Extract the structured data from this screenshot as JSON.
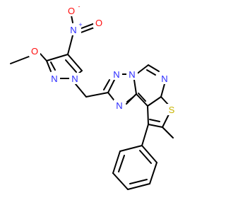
{
  "colors": {
    "bond": "#000000",
    "carbon": "#000000",
    "nitrogen": "#2a2aff",
    "oxygen": "#ff0d0d",
    "sulfur": "#c8b400",
    "background": "#ffffff"
  },
  "atoms": {
    "methoxy_O": {
      "symbol": "O",
      "color": "oxygen"
    },
    "nitro_N": {
      "symbol": "N",
      "color": "nitrogen",
      "charge": "+"
    },
    "nitro_O_double": {
      "symbol": "O",
      "color": "oxygen"
    },
    "nitro_O_minus": {
      "symbol": "O",
      "color": "oxygen",
      "charge": "-"
    },
    "pyrazole_N2": {
      "symbol": "N",
      "color": "nitrogen"
    },
    "pyrazole_N1": {
      "symbol": "N",
      "color": "nitrogen"
    },
    "triazole_N1": {
      "symbol": "N",
      "color": "nitrogen"
    },
    "triazole_N_bridge": {
      "symbol": "N",
      "color": "nitrogen"
    },
    "triazole_N4": {
      "symbol": "N",
      "color": "nitrogen"
    },
    "pyrimidine_N": {
      "symbol": "N",
      "color": "nitrogen"
    },
    "thiophene_S": {
      "symbol": "S",
      "color": "sulfur"
    }
  }
}
